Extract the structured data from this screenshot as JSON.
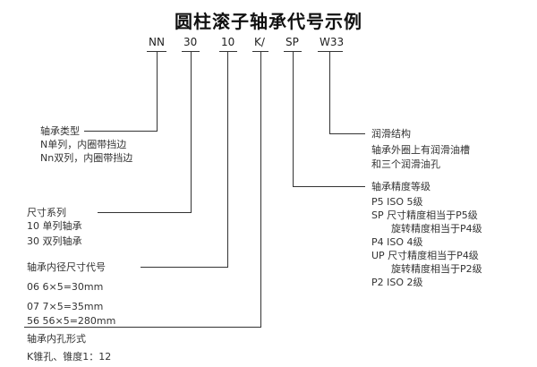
{
  "title": "圆柱滚子轴承代号示例",
  "codes": [
    "NN",
    "30",
    "10",
    "K/",
    "SP",
    "W33"
  ],
  "groups": {
    "bearing_type": {
      "heading": "轴承类型",
      "items": [
        "N单列，内圈带挡边",
        "Nn双列，内圈带挡边"
      ]
    },
    "size_series": {
      "heading": "尺寸系列",
      "items": [
        "10 单列轴承",
        "30 双列轴承"
      ]
    },
    "bore_code": {
      "heading": "轴承内径尺寸代号",
      "items": [
        "06 6×5=30mm",
        "07 7×5=35mm"
      ]
    },
    "bore_form": {
      "first": "56 56×5=280mm",
      "heading": "轴承内孔形式",
      "items": [
        "K锥孔、锥度1：12"
      ]
    },
    "lubrication": {
      "heading": "润滑结构",
      "items": [
        "轴承外圈上有润滑油槽",
        "和三个润滑油孔"
      ]
    },
    "precision": {
      "heading": "轴承精度等级",
      "items": [
        "P5 ISO 5级",
        "SP  尺寸精度相当于P5级",
        "旋转精度相当于P4级",
        "P4 ISO 4级",
        "UP 尺寸精度相当于P4级",
        "旋转精度相当于P2级",
        "P2 ISO 2级"
      ]
    }
  }
}
